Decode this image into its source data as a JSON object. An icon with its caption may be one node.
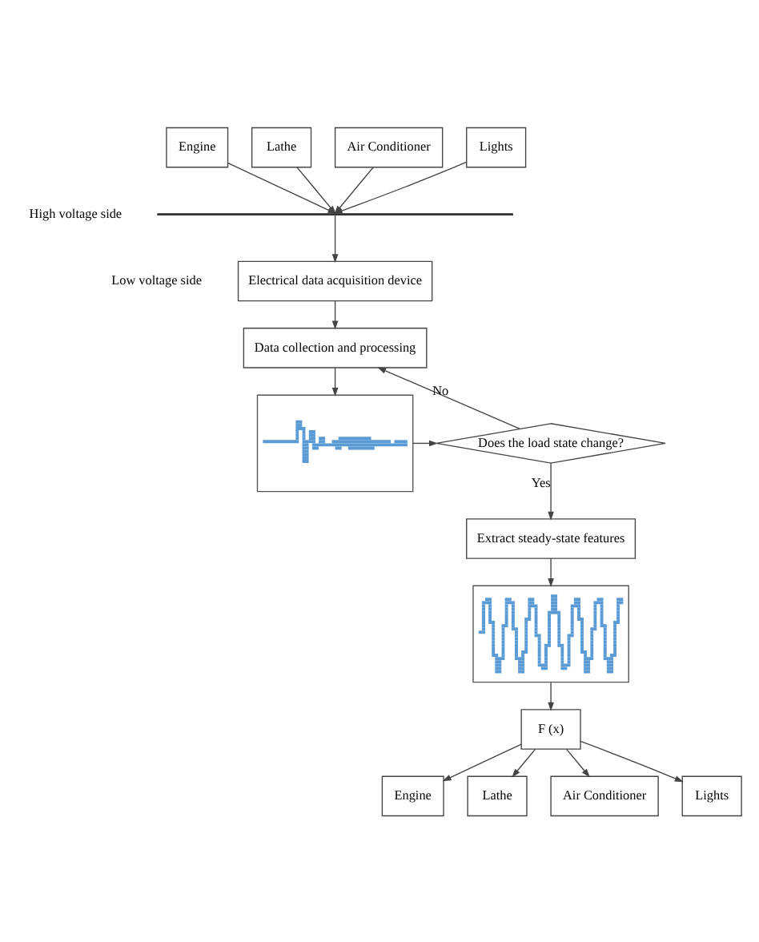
{
  "diagram": {
    "nodes": [
      {
        "text": [
          "Engine"
        ]
      },
      {
        "text": [
          "Lathe"
        ]
      },
      {
        "text": [
          "Air Conditioner"
        ]
      },
      {
        "text": [
          "Lights"
        ]
      },
      {
        "text": [],
        "shape": "bar"
      },
      {
        "text": [
          "Electrical data acquisition device"
        ]
      },
      {
        "text": [
          "Data collection and processing"
        ]
      },
      {
        "text": [],
        "shape": "picture"
      },
      {
        "text": [
          "Does the load state change?"
        ]
      },
      {
        "text": [
          "Extract steady-state features"
        ]
      },
      {
        "text": [],
        "shape": "picture"
      },
      {
        "text": [
          "F (x)"
        ]
      },
      {
        "text": [
          "Engine"
        ]
      },
      {
        "text": [
          "Lathe"
        ]
      },
      {
        "text": [
          "Air Conditioner"
        ]
      },
      {
        "text": [
          "Lights"
        ]
      }
    ],
    "edges": [
      {
        "from": 0,
        "to": 4,
        "arrow": "to"
      },
      {
        "from": 1,
        "to": 4,
        "arrow": "to"
      },
      {
        "from": 2,
        "to": 4,
        "arrow": "to"
      },
      {
        "from": 3,
        "to": 4,
        "arrow": "to"
      },
      {
        "from": 4,
        "to": 5,
        "arrow": "to"
      },
      {
        "from": 5,
        "to": 6,
        "arrow": "to"
      },
      {
        "from": 6,
        "to": 7,
        "arrow": "to"
      },
      {
        "from": 7,
        "to": 8,
        "arrow": "to"
      },
      {
        "from": 8,
        "to": 6,
        "label": "No",
        "arrow": "to"
      },
      {
        "from": 8,
        "to": 9,
        "label": "Yes",
        "arrow": "to"
      },
      {
        "from": 9,
        "to": 10,
        "arrow": "to"
      },
      {
        "from": 10,
        "to": 11,
        "arrow": "to"
      },
      {
        "from": 11,
        "to": 12,
        "arrow": "to"
      },
      {
        "from": 11,
        "to": 13,
        "arrow": "to"
      },
      {
        "from": 11,
        "to": 14,
        "arrow": "to"
      },
      {
        "from": 11,
        "to": 15,
        "arrow": "to"
      }
    ],
    "labels": [
      "High voltage side",
      "Low voltage side"
    ]
  }
}
